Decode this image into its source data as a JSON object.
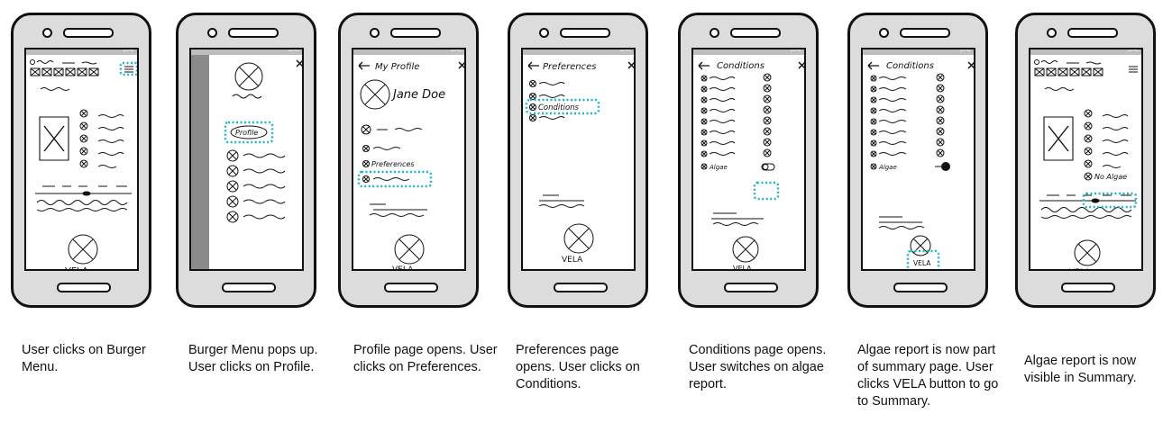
{
  "accent_color": "#1fb5c1",
  "frames": [
    {
      "id": "burger",
      "caption": "User clicks on Burger Menu."
    },
    {
      "id": "menu",
      "caption": "Burger Menu pops up. User clicks on Profile.",
      "profile_label": "Profile"
    },
    {
      "id": "profile",
      "caption": "Profile page opens. User clicks on Preferences.",
      "title": "My Profile",
      "user_name": "Jane Doe",
      "preferences_label": "Preferences"
    },
    {
      "id": "preferences",
      "caption": "Preferences page opens. User clicks on Conditions.",
      "title": "Preferences",
      "conditions_label": "Conditions"
    },
    {
      "id": "conditions",
      "caption": "Conditions page opens. User switches on algae report.",
      "title": "Conditions",
      "algae_label": "Algae"
    },
    {
      "id": "conditions-on",
      "caption": "Algae report is now part of summary page. User clicks VELA button to go to Summary.",
      "title": "Conditions",
      "algae_label": "Algae"
    },
    {
      "id": "summary",
      "caption": "Algae report is now visible in Summary.",
      "no_algae_label": "No Algae"
    }
  ],
  "logo_text": "VELA",
  "status_text": "10:41"
}
